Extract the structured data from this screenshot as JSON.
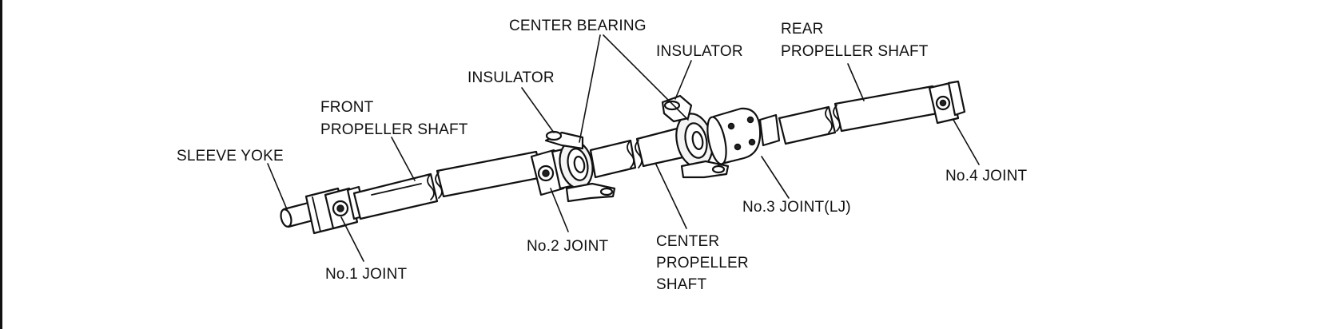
{
  "labels": {
    "sleeve_yoke": "SLEEVE YOKE",
    "front_shaft_1": "FRONT",
    "front_shaft_2": "PROPELLER SHAFT",
    "no1_joint": "No.1 JOINT",
    "insulator_left": "INSULATOR",
    "center_bearing": "CENTER BEARING",
    "no2_joint": "No.2 JOINT",
    "center_shaft_1": "CENTER",
    "center_shaft_2": "PROPELLER",
    "center_shaft_3": "SHAFT",
    "insulator_right": "INSULATOR",
    "rear_shaft_1": "REAR",
    "rear_shaft_2": "PROPELLER SHAFT",
    "no3_joint": "No.3 JOINT(LJ)",
    "no4_joint": "No.4 JOINT"
  }
}
